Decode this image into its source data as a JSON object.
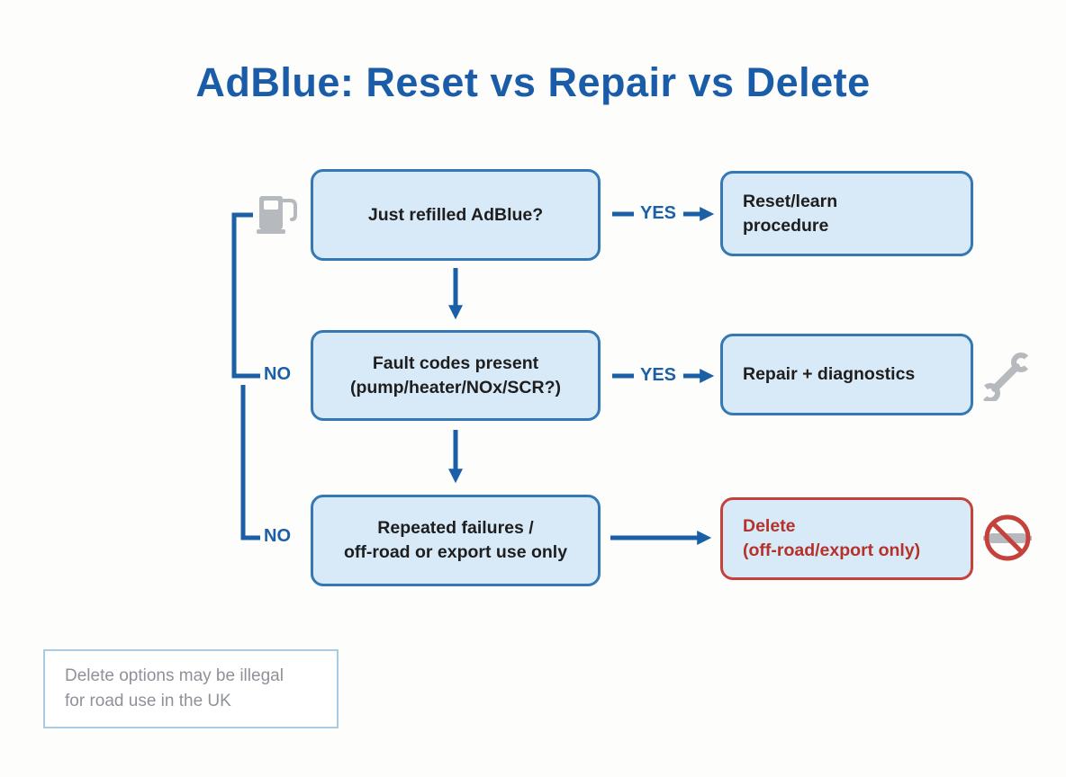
{
  "title": "AdBlue: Reset vs Repair vs Delete",
  "flow": {
    "steps": [
      {
        "question": "Just refilled AdBlue?",
        "connector_label": "YES",
        "result": "Reset/learn\nprocedure",
        "result_type": "normal",
        "icon": "fuel-pump-icon"
      },
      {
        "question": "Fault codes present\n(pump/heater/NOx/SCR?)",
        "connector_label": "YES",
        "no_label": "NO",
        "result": "Repair + diagnostics",
        "result_type": "normal",
        "icon": "wrench-icon"
      },
      {
        "question": "Repeated failures /\noff-road or export use only",
        "no_label": "NO",
        "result": "Delete\n(off-road/export only)",
        "result_type": "warning",
        "icon": "no-entry-icon"
      }
    ]
  },
  "note": "Delete options may be illegal\nfor road use in the UK",
  "colors": {
    "title_blue": "#1A5CA8",
    "arrow_blue": "#1B5FA7",
    "box_fill": "#D8EAF8",
    "box_border": "#3578B4",
    "warning_red": "#C4423B",
    "warning_text": "#B5322B",
    "icon_gray": "#B6B9BD",
    "note_text": "#8E9298"
  }
}
